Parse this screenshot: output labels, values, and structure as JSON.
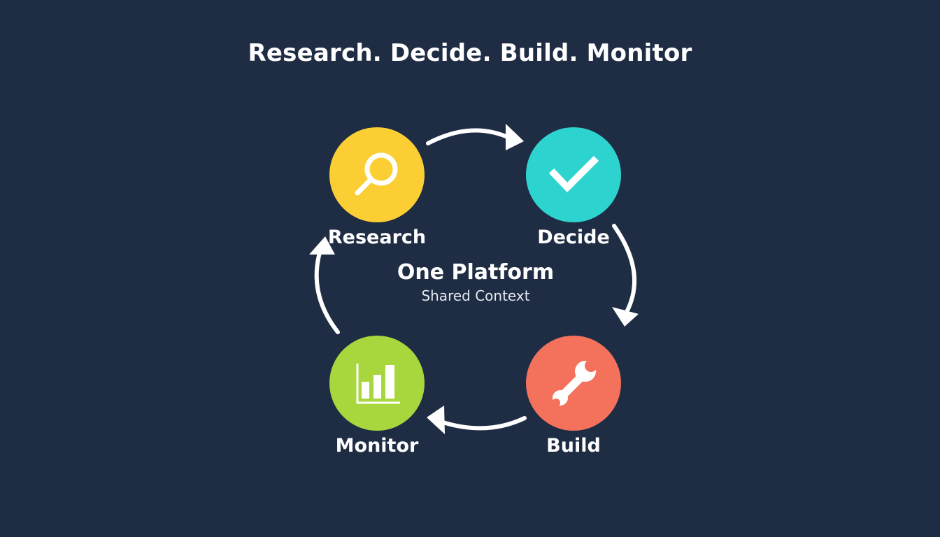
{
  "title": "Research. Decide. Build. Monitor",
  "center": {
    "title": "One Platform",
    "subtitle": "Shared Context"
  },
  "steps": [
    {
      "label": "Research",
      "icon": "magnifier-icon",
      "color": "#fbcf33"
    },
    {
      "label": "Decide",
      "icon": "checkmark-icon",
      "color": "#2dd4cf"
    },
    {
      "label": "Build",
      "icon": "wrench-icon",
      "color": "#f4715c"
    },
    {
      "label": "Monitor",
      "icon": "bar-chart-icon",
      "color": "#a7d73c"
    }
  ],
  "background_color": "#1f2d44",
  "arrow_color": "#ffffff"
}
